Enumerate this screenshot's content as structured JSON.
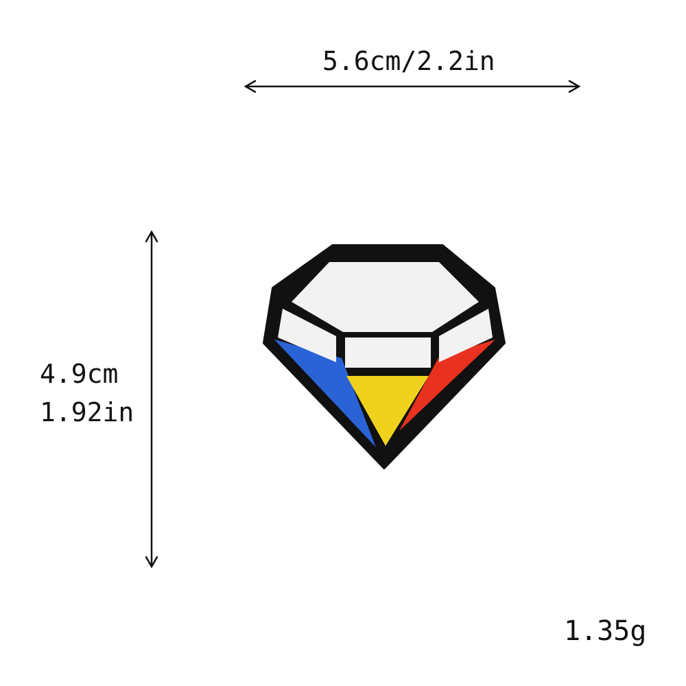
{
  "measurements": {
    "width": "5.6cm/2.2in",
    "height_cm": "4.9cm",
    "height_in": "1.92in",
    "weight": "1.35g"
  },
  "patch": {
    "shape": "diamond-gem",
    "colors": {
      "border": "#111111",
      "white_facets": "#f2f2f2",
      "blue": "#2a63d6",
      "yellow": "#f0d21e",
      "red": "#e8311f"
    }
  }
}
